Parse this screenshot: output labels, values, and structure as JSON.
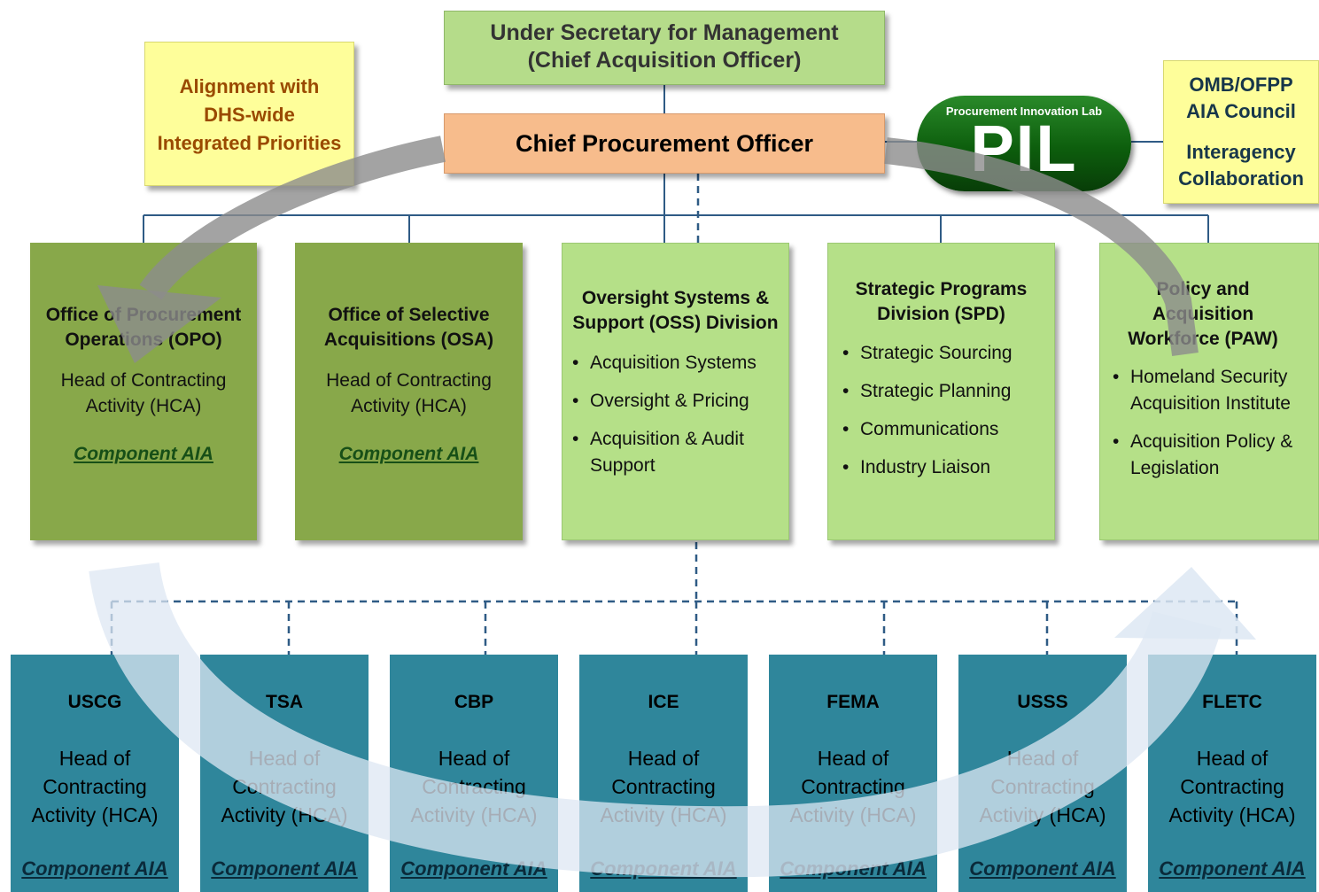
{
  "top": {
    "line1": "Under Secretary for Management",
    "line2": "(Chief Acquisition Officer)"
  },
  "cpo": {
    "title": "Chief Procurement Officer"
  },
  "alignment": {
    "line1": "Alignment with",
    "line2": "DHS-wide",
    "line3": "Integrated Priorities"
  },
  "pil": {
    "caption": "Procurement Innovation Lab",
    "logo": "PIL"
  },
  "omb": {
    "line1": "OMB/OFPP",
    "line2": "AIA Council",
    "line3": "Interagency",
    "line4": "Collaboration"
  },
  "opo": {
    "title": "Office of Procurement Operations (OPO)",
    "role": "Head of Contracting Activity (HCA)",
    "aia": "Component AIA"
  },
  "osa": {
    "title": "Office of Selective Acquisitions (OSA)",
    "role": "Head of Contracting Activity (HCA)",
    "aia": "Component AIA"
  },
  "oss": {
    "title": "Oversight Systems & Support (OSS) Division",
    "items": [
      "Acquisition Systems",
      "Oversight & Pricing",
      "Acquisition & Audit Support"
    ]
  },
  "spd": {
    "title": "Strategic Programs Division (SPD)",
    "items": [
      "Strategic Sourcing",
      "Strategic Planning",
      "Communications",
      "Industry Liaison"
    ]
  },
  "paw": {
    "title": "Policy and Acquisition Workforce (PAW)",
    "items": [
      "Homeland Security Acquisition Institute",
      "Acquisition Policy & Legislation"
    ]
  },
  "components": [
    {
      "name": "USCG",
      "role": "Head of Contracting Activity (HCA)",
      "aia": "Component AIA"
    },
    {
      "name": "TSA",
      "role": "Head of Contracting Activity (HCA)",
      "aia": "Component AIA"
    },
    {
      "name": "CBP",
      "role": "Head of Contracting Activity (HCA)",
      "aia": "Component AIA"
    },
    {
      "name": "ICE",
      "role": "Head of Contracting Activity (HCA)",
      "aia": "Component AIA"
    },
    {
      "name": "FEMA",
      "role": "Head of Contracting Activity (HCA)",
      "aia": "Component AIA"
    },
    {
      "name": "USSS",
      "role": "Head of Contracting Activity (HCA)",
      "aia": "Component AIA"
    },
    {
      "name": "FLETC",
      "role": "Head of Contracting Activity (HCA)",
      "aia": "Component AIA"
    }
  ],
  "colors": {
    "dark_green": "#88a84a",
    "light_green": "#b5e088",
    "teal": "#2f869b",
    "orange": "#f7bc8c",
    "yellow": "#fefe9a",
    "pil_green": "#0d5e0d"
  }
}
